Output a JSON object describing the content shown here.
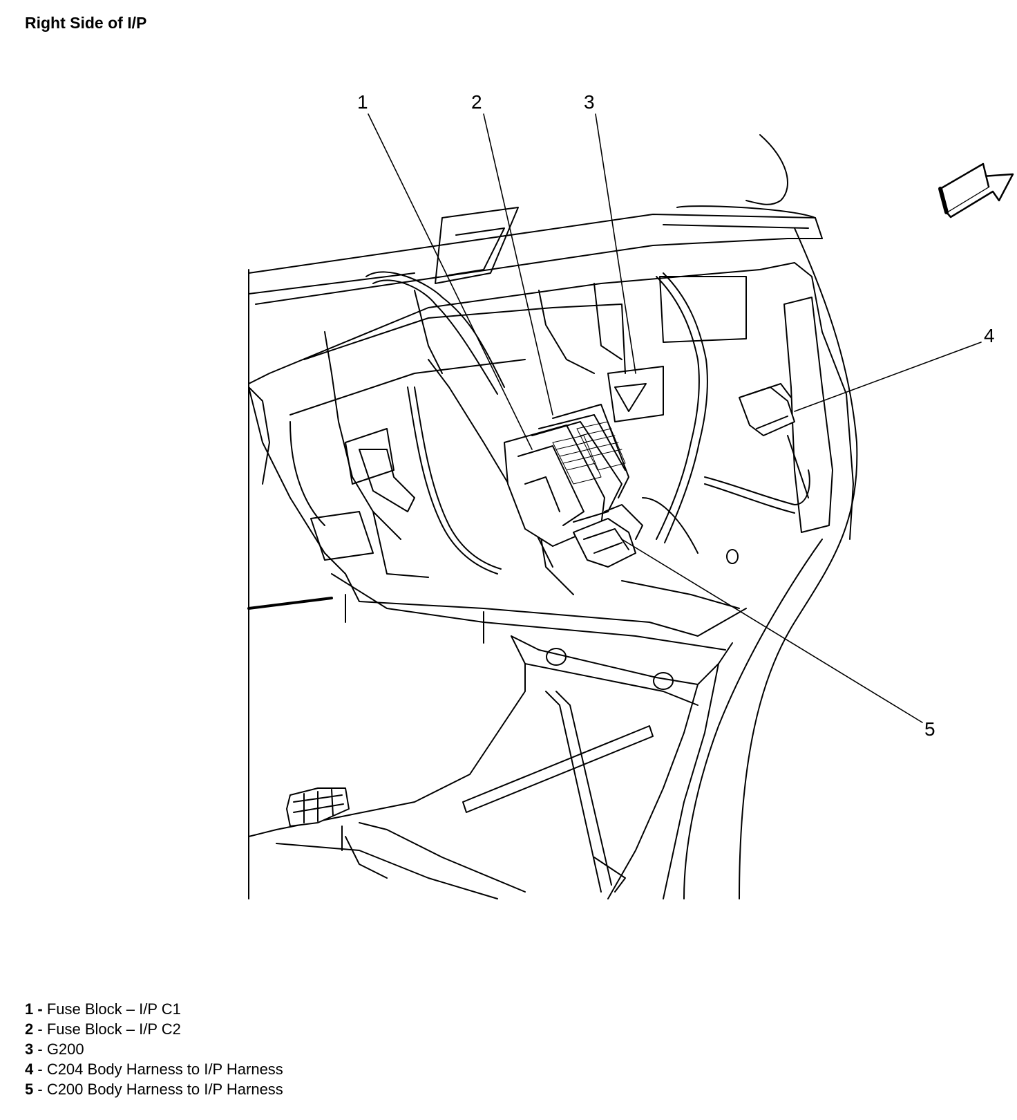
{
  "page": {
    "title": "Right Side of I/P"
  },
  "callouts": [
    "1",
    "2",
    "3",
    "4",
    "5"
  ],
  "legend": [
    {
      "number": "1",
      "separator": " - ",
      "text": "Fuse Block – I/P C1"
    },
    {
      "number": "2",
      "separator": " - ",
      "text": "Fuse Block – I/P C2"
    },
    {
      "number": "3",
      "separator": " - ",
      "text": "G200"
    },
    {
      "number": "4",
      "separator": " - ",
      "text": "C204 Body Harness to I/P Harness"
    },
    {
      "number": "5",
      "separator": " - ",
      "text": "C200 Body Harness to I/P Harness"
    }
  ],
  "icons": {
    "direction_arrow": "forward-arrow-icon"
  }
}
